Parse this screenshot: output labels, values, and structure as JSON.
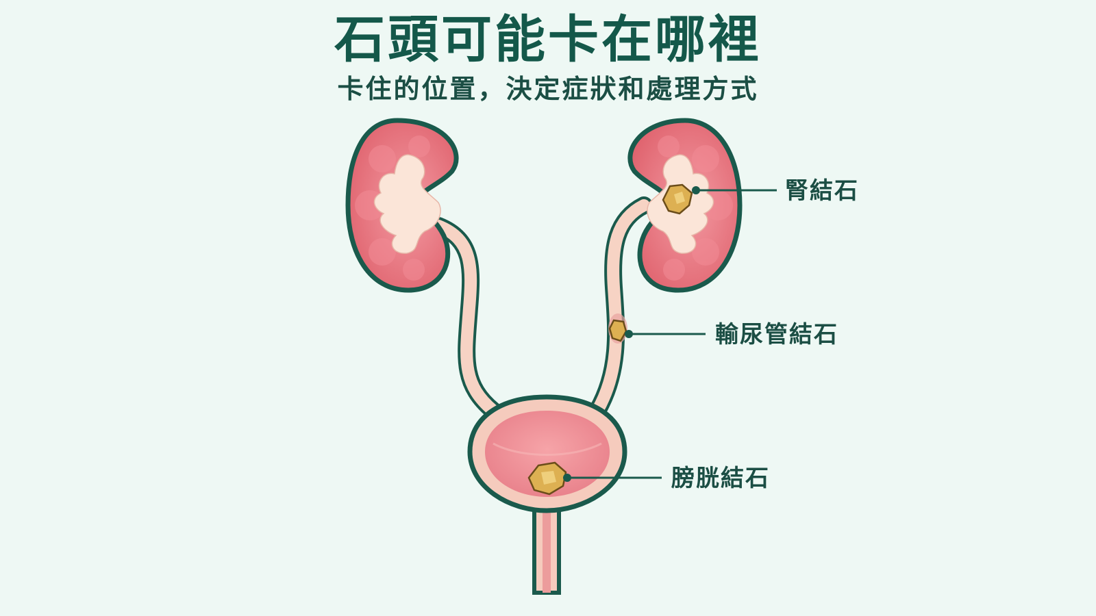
{
  "title": "石頭可能卡在哪裡",
  "subtitle": "卡住的位置，決定症狀和處理方式",
  "labels": {
    "kidney_stone": "腎結石",
    "ureter_stone": "輸尿管結石",
    "bladder_stone": "膀胱結石"
  },
  "colors": {
    "background": "#eef8f4",
    "outline": "#1a5a4c",
    "kidney_tissue": "#e8707a",
    "kidney_inner": "#fbe5d8",
    "ureter": "#f7d3c4",
    "bladder_wall": "#f5cbbd",
    "bladder_inner": "#ec8c92",
    "stone": "#ddb052",
    "title_text": "#14584a"
  }
}
